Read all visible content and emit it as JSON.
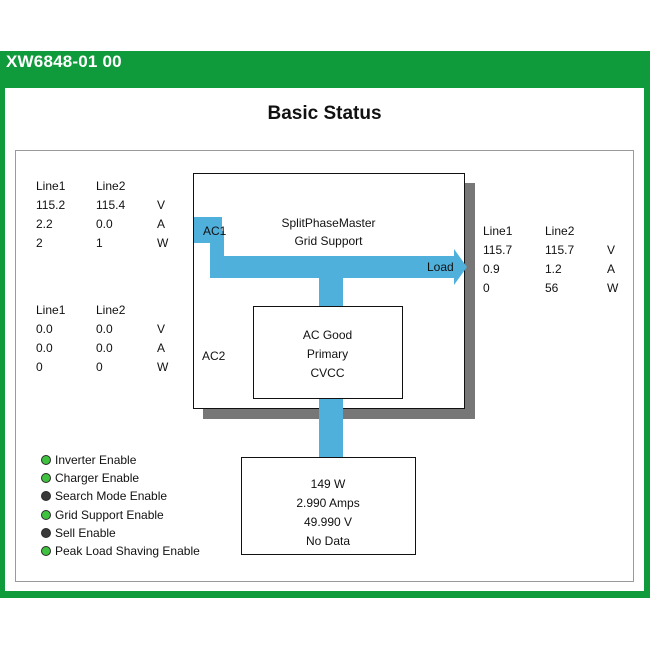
{
  "window": {
    "title": "XW6848-01 00"
  },
  "page": {
    "title": "Basic Status"
  },
  "ac1_input": {
    "headers": [
      "Line1",
      "Line2"
    ],
    "rows": [
      {
        "line1": "115.2",
        "line2": "115.4",
        "unit": "V"
      },
      {
        "line1": "2.2",
        "line2": "0.0",
        "unit": "A"
      },
      {
        "line1": "2",
        "line2": "1",
        "unit": "W"
      }
    ]
  },
  "ac2_input": {
    "headers": [
      "Line1",
      "Line2"
    ],
    "rows": [
      {
        "line1": "0.0",
        "line2": "0.0",
        "unit": "V"
      },
      {
        "line1": "0.0",
        "line2": "0.0",
        "unit": "A"
      },
      {
        "line1": "0",
        "line2": "0",
        "unit": "W"
      }
    ]
  },
  "load_output": {
    "headers": [
      "Line1",
      "Line2"
    ],
    "rows": [
      {
        "line1": "115.7",
        "line2": "115.7",
        "unit": "V"
      },
      {
        "line1": "0.9",
        "line2": "1.2",
        "unit": "A"
      },
      {
        "line1": "0",
        "line2": "56",
        "unit": "W"
      }
    ]
  },
  "inverter": {
    "mode_line1": "SplitPhaseMaster",
    "mode_line2": "Grid Support",
    "ac1_label": "AC1",
    "ac2_label": "AC2",
    "load_label": "Load",
    "status": [
      "AC Good",
      "Primary",
      "CVCC"
    ]
  },
  "battery": {
    "lines": [
      "149 W",
      "2.990 Amps",
      "49.990 V",
      "No Data"
    ]
  },
  "colors": {
    "header_green": "#0f9a3c",
    "flow_blue": "#4fb0dc",
    "led_on": "#3fc23f",
    "led_off": "#3a3a3a"
  },
  "legend": [
    {
      "label": "Inverter Enable",
      "state": "on"
    },
    {
      "label": "Charger Enable",
      "state": "on"
    },
    {
      "label": "Search Mode Enable",
      "state": "off"
    },
    {
      "label": "Grid Support Enable",
      "state": "on"
    },
    {
      "label": "Sell Enable",
      "state": "off"
    },
    {
      "label": "Peak Load Shaving Enable",
      "state": "on"
    }
  ]
}
